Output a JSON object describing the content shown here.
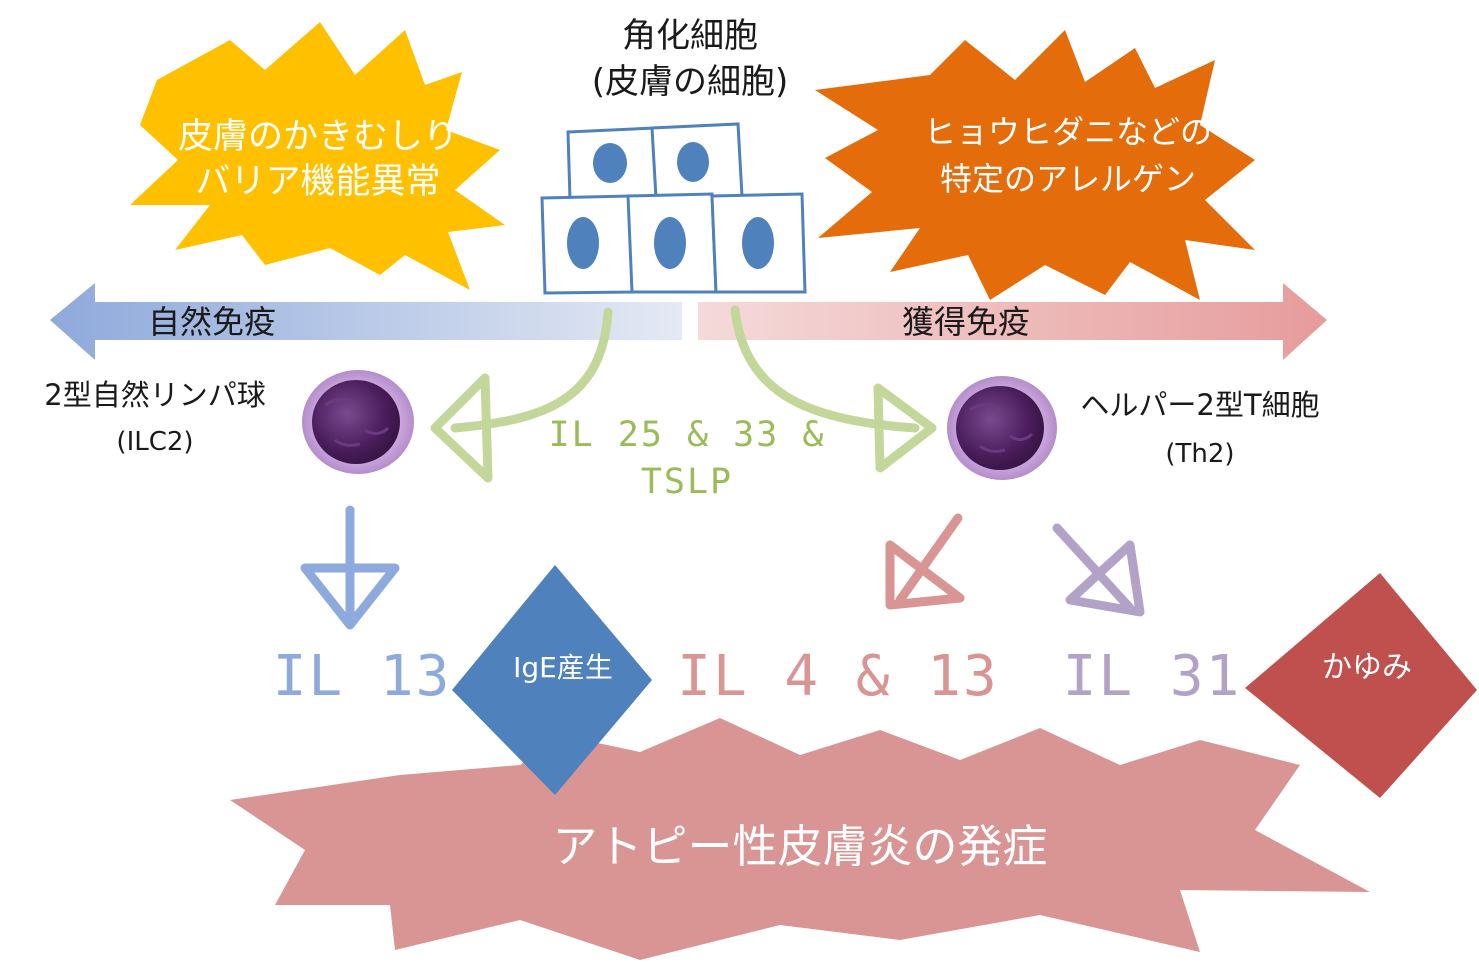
{
  "keratinocyte": {
    "title": "角化細胞",
    "subtitle": "(皮膚の細胞)"
  },
  "burst_left": {
    "line1": "皮膚のかきむしり",
    "line2": "バリア機能異常"
  },
  "burst_right": {
    "line1": "ヒョウヒダニなどの",
    "line2": "特定のアレルゲン"
  },
  "axis": {
    "left_label": "自然免疫",
    "right_label": "獲得免疫"
  },
  "cells": {
    "ilc2": {
      "name": "2型自然リンパ球",
      "abbr": "(ILC2)"
    },
    "th2": {
      "name": "ヘルパー2型T細胞",
      "abbr": "(Th2)"
    }
  },
  "cytokines": {
    "center_line1": "IL 25 & 33 &",
    "center_line2": "TSLP",
    "il13": "IL 13",
    "il4_13": "IL 4 & 13",
    "il31": "IL 31"
  },
  "effects": {
    "ige": "IgE産生",
    "itch": "かゆみ"
  },
  "outcome": "アトピー性皮膚炎の発症",
  "colors": {
    "yellow": "#FFC000",
    "orange": "#E46C0A",
    "blue": "#4F81BD",
    "light_blue": "#8EA9DB",
    "green": "#C4D79B",
    "pink": "#D99594",
    "purple": "#B3A2C7",
    "red": "#C0504D",
    "cell": "#5B2C6F"
  }
}
